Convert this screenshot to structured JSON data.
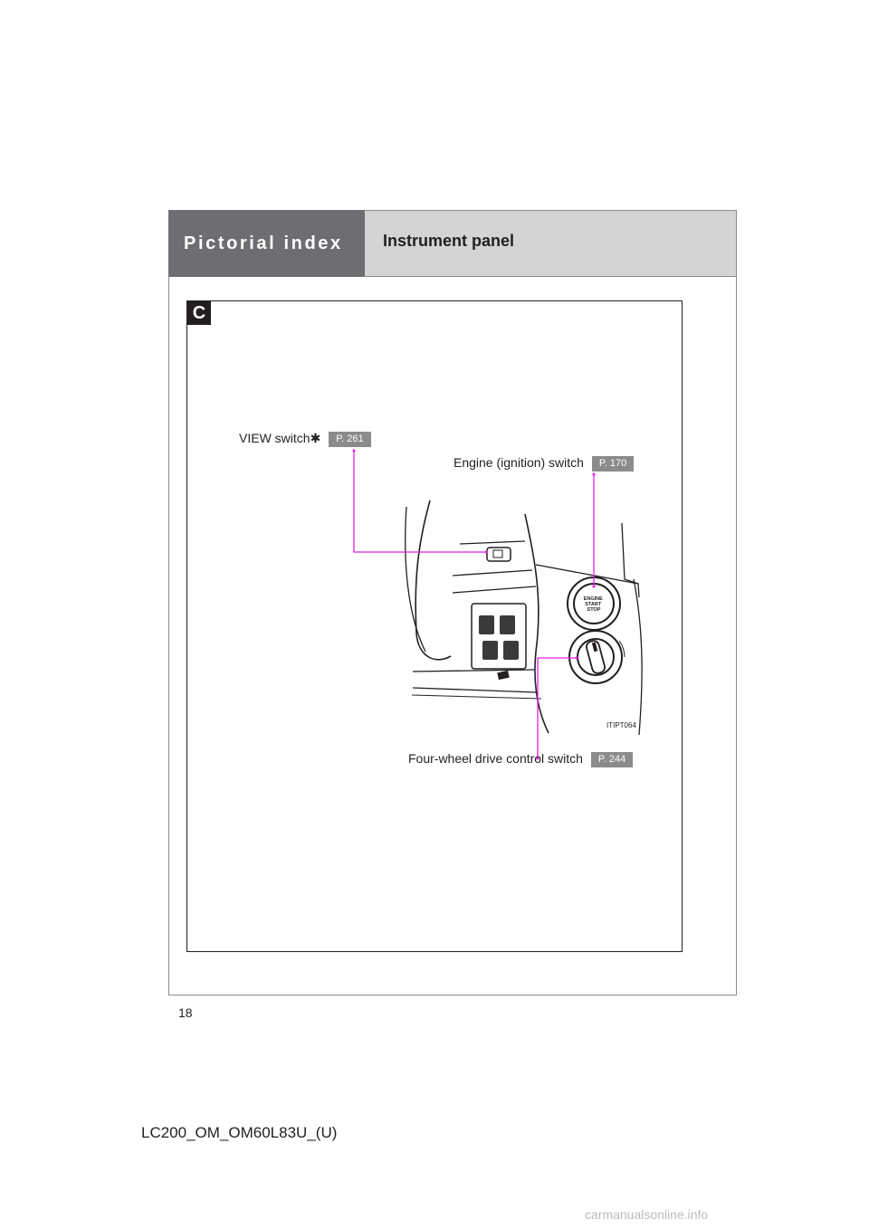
{
  "header": {
    "section_tab": "Pictorial index",
    "page_title": "Instrument panel"
  },
  "figure": {
    "badge": "C",
    "image_id": "ITIPT064",
    "button_text": "ENGINE START STOP",
    "callouts": [
      {
        "label": "VIEW switch",
        "marker": "✱",
        "page_ref": "P. 261"
      },
      {
        "label": "Engine (ignition) switch",
        "page_ref": "P. 170"
      },
      {
        "label": "Four-wheel drive control switch",
        "page_ref": "P. 244"
      }
    ],
    "colors": {
      "leader_line": "#e31ee6",
      "page_ref_bg": "#8a8b8d"
    }
  },
  "footer": {
    "page_number": "18",
    "document_code": "LC200_OM_OM60L83U_(U)",
    "watermark": "carmanualsonline.info"
  }
}
